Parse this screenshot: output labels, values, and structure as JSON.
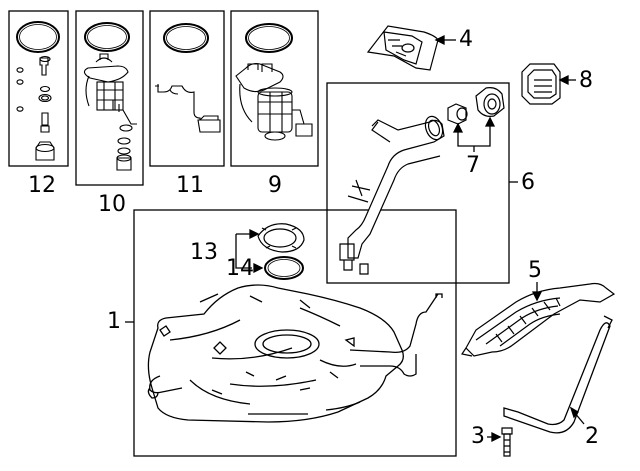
{
  "diagram": {
    "callouts": {
      "c1": "1",
      "c2": "2",
      "c3": "3",
      "c4": "4",
      "c5": "5",
      "c6": "6",
      "c7": "7",
      "c8": "8",
      "c9": "9",
      "c10": "10",
      "c11": "11",
      "c12": "12",
      "c13": "13",
      "c14": "14"
    }
  }
}
